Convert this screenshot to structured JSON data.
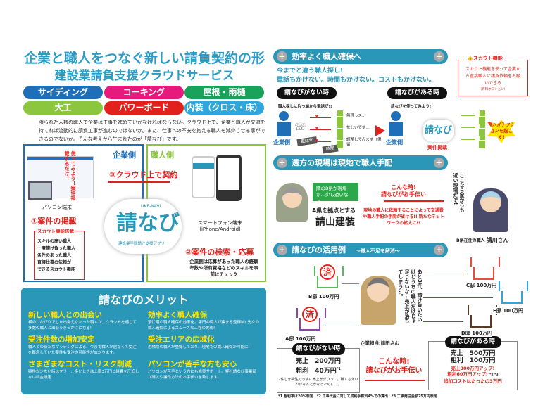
{
  "title": {
    "line1": "企業と職人をつなぐ新しい請負契約の形",
    "line2": "建設業請負支援クラウドサービス"
  },
  "tags": [
    {
      "label": "サイディング",
      "color": "#1f6fb8"
    },
    {
      "label": "コーキング",
      "color": "#e6197c"
    },
    {
      "label": "屋根・雨樋",
      "color": "#1aa25a"
    },
    {
      "label": "大工",
      "color": "#8cc63f"
    },
    {
      "label": "パワーボード",
      "color": "#e3211c"
    },
    {
      "label": "内装（クロス・床）",
      "color": "#2ea8dc"
    }
  ],
  "intro": "限られた人数の職人で企業は工事を進めていかなければならない。クラウド上で、企業と職人が交流を持てれば流動的に請負工事が進むのではないか。また、仕事への不安を抱える職人を減少させる事ができるのでないか。そんな考えから生まれたのが「請なび」です。",
  "diagram": {
    "company_label": "企業側",
    "craftsman_label": "職人側",
    "try_it": "使ってみよう！案件掲載するだけ！",
    "pc_label": "パソコン端末",
    "phone_label": "スマートフォン端末",
    "phone_os": "(iPhone/Android)",
    "step1": "①案件の掲載",
    "step2": "②案件の検索・応募",
    "step3": "③クラウド上で契約",
    "scout_title": "スカウト機能搭載",
    "scout_items": [
      "スキルの高い職人",
      "一度請け負った職人",
      "条件のあった職人",
      "直接仕事の依頼が",
      "できるスカウト機能"
    ],
    "step2_desc": "企業側は応募があった職人の経験年数や所有資格などのスキルを事前にチェック",
    "logo_main": "請なび",
    "logo_en": "UKE-NAVI",
    "logo_sub": "建設業手間請け支援アプリ"
  },
  "merits": {
    "title": "請なびのメリット",
    "items": [
      {
        "h": "新しい職人との出会い",
        "p": "横のつながりでしか出会えなかった職人が、クラウドを通じて多数の職人と出会うきっかけになる!"
      },
      {
        "h": "効率よく職人確保",
        "p": "繁忙期の職人確保の効率化。専門の職人が集まる登録制! 先々の職人確保によるスムーズな工程の実現!"
      },
      {
        "h": "受注件数の増加安定",
        "p": "職人との新たなマッチングによる、今まで職人が居なくて受注を断念していた案件も受注の可能性が広がります。"
      },
      {
        "h": "受注エリアの広域化",
        "p": "近隣県の職人が登録しており、現地での職人確保が可能に!"
      },
      {
        "h": "さまざまなコスト・リスク削減",
        "p": "案件が少ない時はフリー、多いときは上限3万円と経費を圧迫しない料金設定"
      },
      {
        "h": "パソコンが苦手な方も安心",
        "p": "パソコンが苦手という方にも充実サポート。弊社請なび事業部が導入や操作方法のお手伝いを致します。"
      }
    ]
  },
  "sec1": {
    "title": "効率よく職人確保へ",
    "lead1": "今までと違う職人探し!",
    "lead2": "電話もかけない。時間もかけない。コストもかけない。",
    "without": "請なびがない時",
    "with": "請なびがある時",
    "without_note": "職人探しに片っ端から電話だ!!",
    "with_note": "請なびを使ってみよう!!",
    "replies": [
      "無理っス…",
      "忙しいです…",
      "調整してみます（保留）"
    ],
    "costs": [
      "電話代",
      "時間"
    ],
    "company": "企業側",
    "posting": "案件掲載",
    "action": "職人がアクションを起こす!"
  },
  "scout": {
    "title": "スカウト機能",
    "desc": "スカウト機能を使って企業から直接職人に請負依頼をお願いできる",
    "note": "（有料オプション）"
  },
  "sec2": {
    "title": "遠方の現場は現地で職人手配",
    "bubble": "隣のB県が現場か…少し遠いなぁ…",
    "base": "A県を拠点とする",
    "company": "請山建装",
    "help1": "こんな時!",
    "help2": "請なびがお手伝い",
    "desc": "現地の職人に依頼することによって交通費や職人手配の手間が省ける!! 新たなネットワークの拡大に!!",
    "worker_says": "ここなら家からも近い現場だぞ!",
    "worker_label": "B県在住の職人",
    "worker_name": "請川さん"
  },
  "sec3": {
    "title": "請なびの活用例",
    "subtitle": "〜職人不足を解消〜",
    "stamp": "済",
    "houses": [
      {
        "label": "B邸 100万円",
        "color": "#5cb85c"
      },
      {
        "label": "A邸 100万円",
        "color": "#8e44ad"
      },
      {
        "label": "C邸 100万円",
        "color": "#e74c3c"
      },
      {
        "label": "E邸 100万円",
        "color": "#2ea8dc"
      },
      {
        "label": "D邸 100万円",
        "color": "#5a3a22"
      }
    ],
    "thought": "あと3件、請け負いたいけどうちの職人だけじゃ足りないな…売上が落ちてしまう…。",
    "person": "企業担当:請田さん",
    "without": {
      "title": "請なびがない時",
      "sales": "売上　200万円",
      "profit": "粗利　40万円",
      "mark": "*1",
      "note": "2件しか受注できずに売上がダウン…。職人さえいればなんとかなったのに…。"
    },
    "help1": "こんな時!",
    "help2": "請なびがお手伝い",
    "with": {
      "title": "請なびがある時",
      "sales": "売上　500万円",
      "profit": "粗利　100万円",
      "up1": "売上300万円アップ!",
      "up2": "粗利60万円アップ!",
      "mark": "*2 *3",
      "cost": "追加コストはたったの3万円"
    },
    "footnotes": "*1 粗利率は20%想定　*2 工事代金に対して成約手数料4%での算出　*3 工事発注金額25万円想定"
  }
}
